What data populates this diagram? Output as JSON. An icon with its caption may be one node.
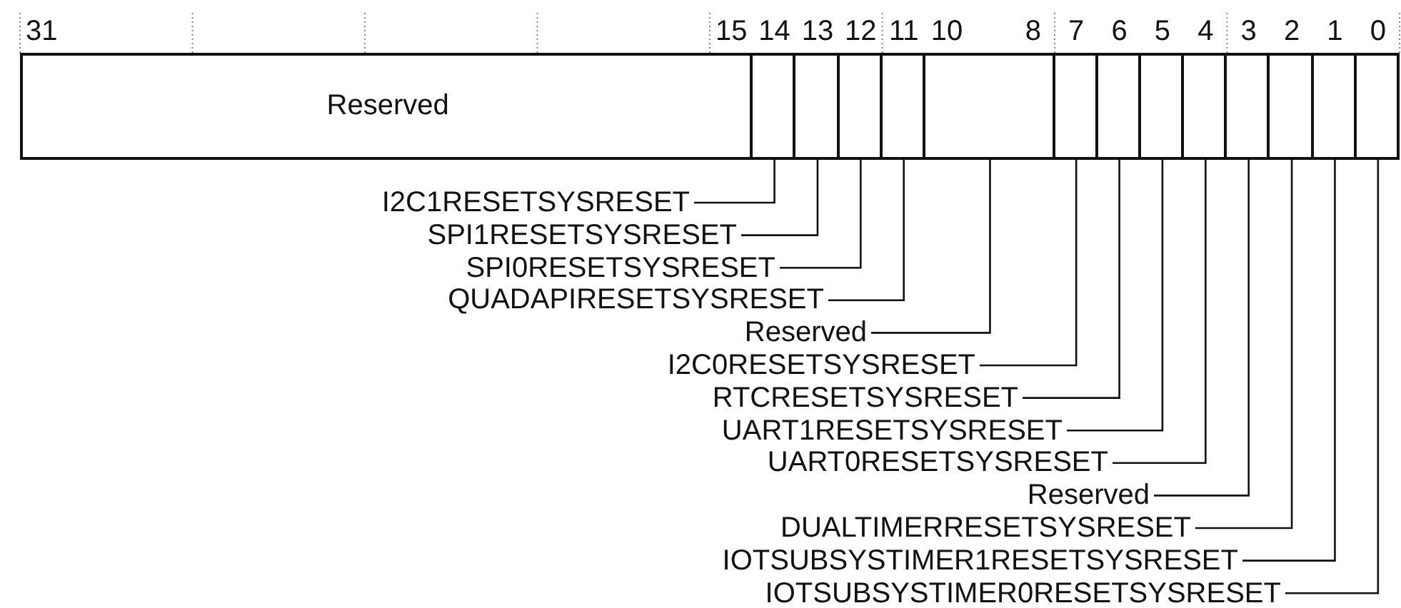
{
  "diagram": {
    "nodes": [
      {
        "text": [
          "Reserved"
        ]
      },
      {
        "text": [],
        "shape": "box"
      },
      {
        "text": [],
        "shape": "box"
      },
      {
        "text": [],
        "shape": "box"
      },
      {
        "text": [],
        "shape": "box"
      },
      {
        "text": [],
        "shape": "box"
      },
      {
        "text": [],
        "shape": "box"
      },
      {
        "text": [],
        "shape": "box"
      },
      {
        "text": [],
        "shape": "box"
      },
      {
        "text": [],
        "shape": "box"
      },
      {
        "text": [],
        "shape": "box"
      },
      {
        "text": [],
        "shape": "box"
      },
      {
        "text": [],
        "shape": "box"
      },
      {
        "text": [],
        "shape": "box"
      },
      {
        "text": [
          "I2C1RESETSYSRESET"
        ]
      },
      {
        "text": [
          "SPI1RESETSYSRESET"
        ]
      },
      {
        "text": [
          "SPI0RESETSYSRESET"
        ]
      },
      {
        "text": [
          "QUADAPIRESETSYSRESET"
        ]
      },
      {
        "text": [
          "Reserved"
        ]
      },
      {
        "text": [
          "I2C0RESETSYSRESET"
        ]
      },
      {
        "text": [
          "RTCRESETSYSRESET"
        ]
      },
      {
        "text": [
          "UART1RESETSYSRESET"
        ]
      },
      {
        "text": [
          "UART0RESETSYSRESET"
        ]
      },
      {
        "text": [
          "Reserved"
        ]
      },
      {
        "text": [
          "DUALTIMERRESETSYSRESET"
        ]
      },
      {
        "text": [
          "IOTSUBSYSTIMER1RESETSYSRESET"
        ]
      },
      {
        "text": [
          "IOTSUBSYSTIMER0RESETSYSRESET"
        ]
      }
    ],
    "edges": [
      {
        "from": 14,
        "to": 1,
        "arrow": "none"
      },
      {
        "from": 15,
        "to": 2,
        "arrow": "none"
      },
      {
        "from": 16,
        "to": 3,
        "arrow": "none"
      },
      {
        "from": 17,
        "to": 4,
        "arrow": "none"
      },
      {
        "from": 18,
        "to": 5,
        "arrow": "none"
      },
      {
        "from": 19,
        "to": 6,
        "arrow": "none"
      },
      {
        "from": 20,
        "to": 7,
        "arrow": "none"
      },
      {
        "from": 21,
        "to": 8,
        "arrow": "none"
      },
      {
        "from": 22,
        "to": 9,
        "arrow": "none"
      },
      {
        "from": 23,
        "to": 10,
        "arrow": "none"
      },
      {
        "from": 24,
        "to": 11,
        "arrow": "none"
      },
      {
        "from": 25,
        "to": 12,
        "arrow": "none"
      },
      {
        "from": 26,
        "to": 13,
        "arrow": "none"
      }
    ],
    "labels": [
      "31",
      "15",
      "14",
      "13",
      "12",
      "11",
      "10",
      "8",
      "7",
      "6",
      "5",
      "4",
      "3",
      "2",
      "1",
      "0"
    ]
  }
}
